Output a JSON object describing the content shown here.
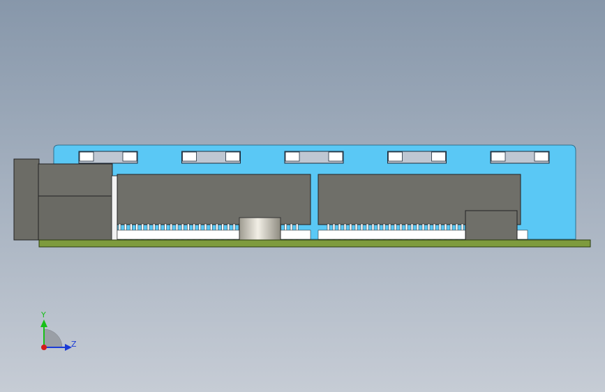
{
  "viewport": {
    "background_top": "#8797aa",
    "background_bottom": "#c6ccd5"
  },
  "model": {
    "shield_color": "#5ac8f5",
    "pcb_color": "#7e9b3d",
    "housing_color": "#6f6f69",
    "pin_color": "#ffffff",
    "cylinder_color": "#d6d3c8",
    "cutout_count": 5,
    "connector_count": 2
  },
  "triad": {
    "y_label": "Y",
    "z_label": "Z",
    "y_color": "#18c018",
    "z_color": "#1a3bd6",
    "x_color": "#d41a1a"
  }
}
